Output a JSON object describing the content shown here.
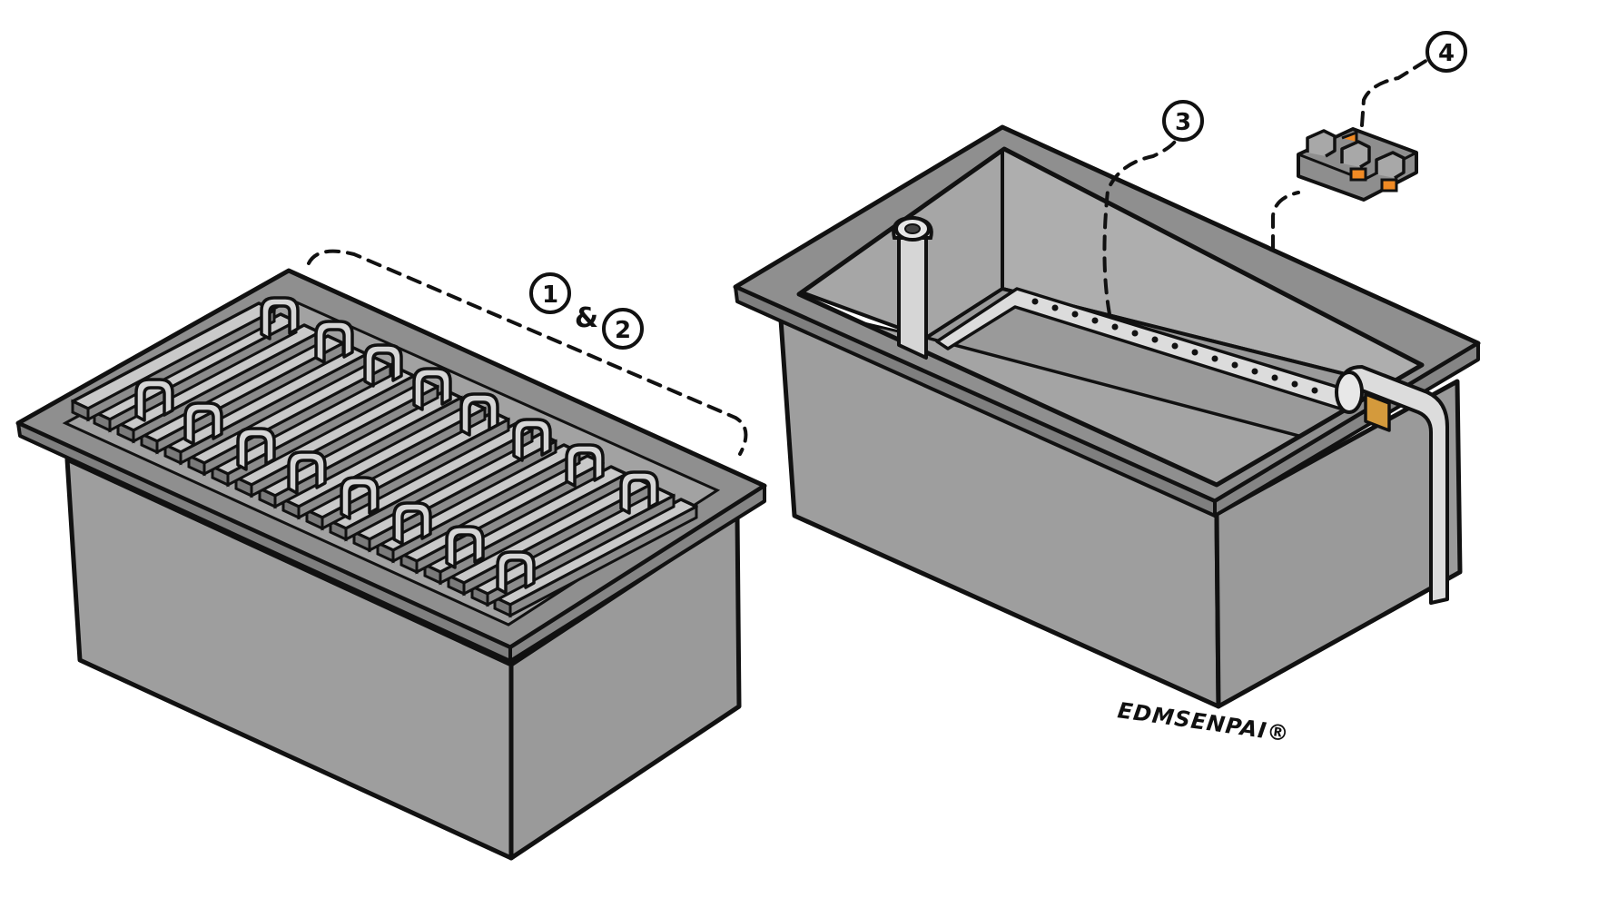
{
  "diagram": {
    "labels": {
      "one": "1",
      "ampersand": "&",
      "two": "2",
      "three": "3",
      "four": "4"
    },
    "watermark": "EDMSENPAI®"
  },
  "colors": {
    "body": "#9e9e9e",
    "inner": "#aaaaaa",
    "rim": "#8f8f8f",
    "rack": "#c4c4c4",
    "pipe": "#d9d9d9",
    "clip_orange": "#f08a24",
    "coupling_gold": "#d49a3c",
    "outline": "#111111"
  },
  "icons": {
    "rack_tank": "electroforming-tank-with-electrode-racks",
    "open_tank": "open-tank-with-piping",
    "clip": "electrode-clip-icon"
  }
}
